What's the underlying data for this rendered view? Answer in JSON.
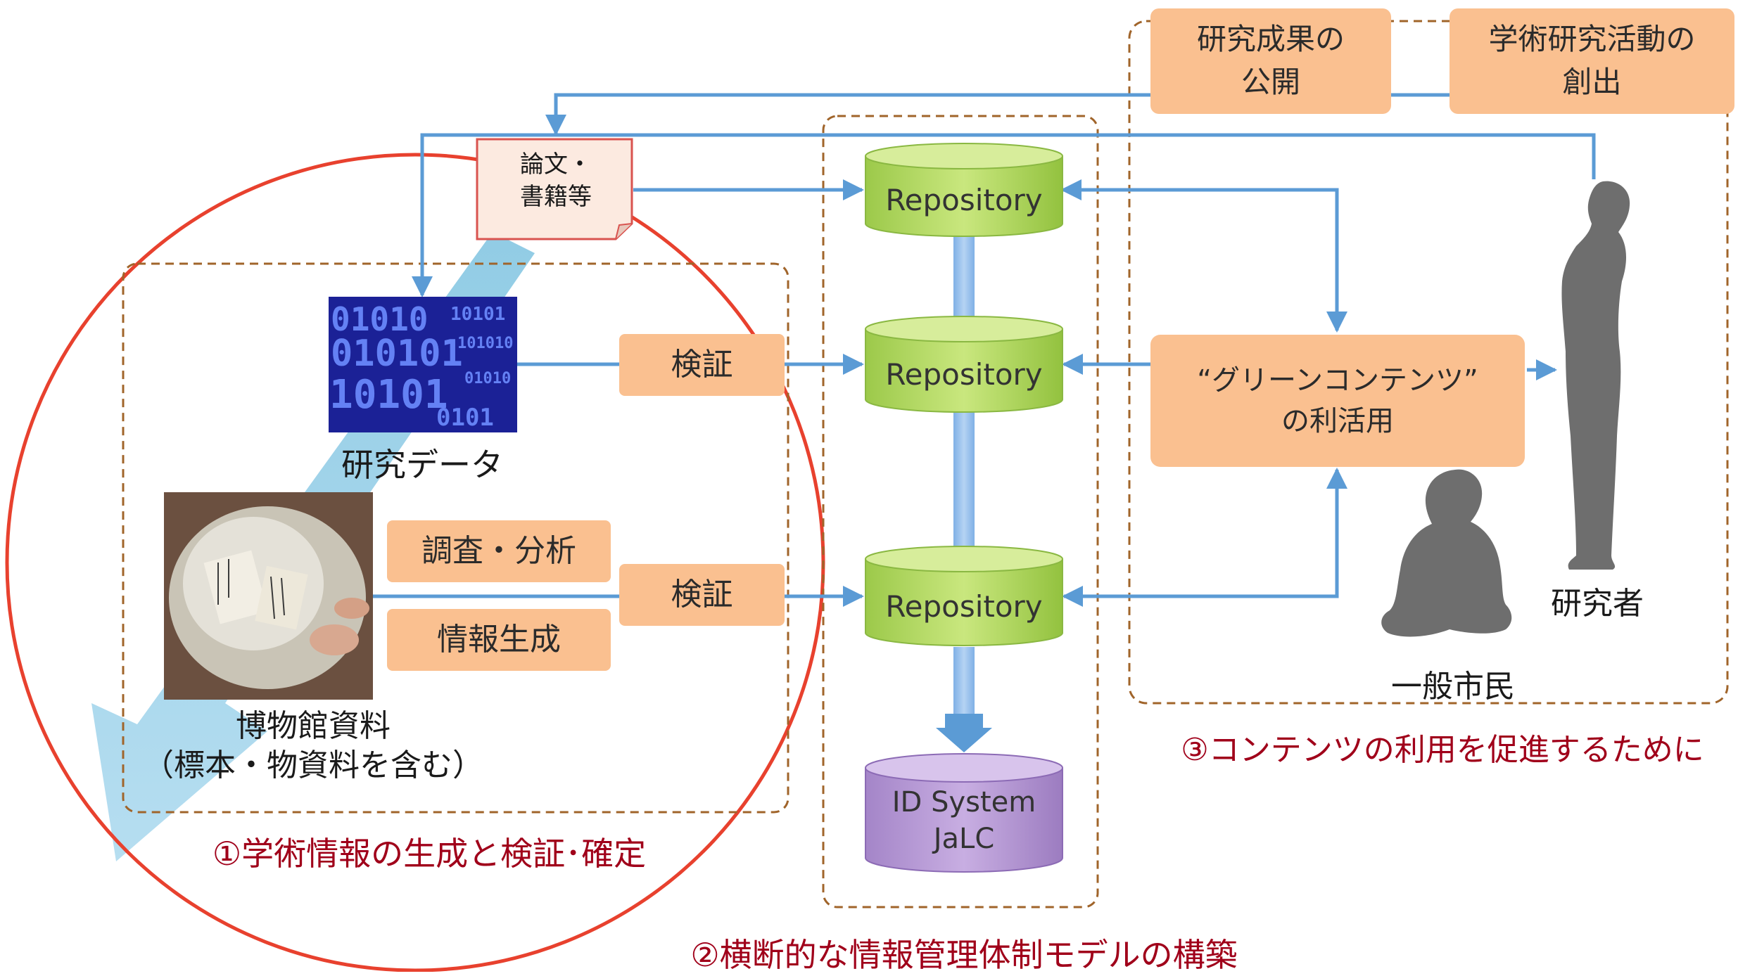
{
  "colors": {
    "accent_orange": "#FAC090",
    "dashed_border": "#A0642A",
    "arrow_blue": "#5B9BD5",
    "circle_red": "#E8412E",
    "repository_green": "#B6DC62",
    "id_system_purple": "#B99BD6",
    "heading_red": "#A0001A"
  },
  "top_boxes": {
    "publication": "研究成果の\n公開",
    "creation": "学術研究活動の\n創出"
  },
  "document": {
    "label": "論文・\n書籍等"
  },
  "section1": {
    "research_data_label": "研究データ",
    "museum_label": "博物館資料\n（標本・物資料を含む）",
    "survey_box": "調査・分析",
    "info_gen_box": "情報生成",
    "verify_box_1": "検証",
    "verify_box_2": "検証",
    "title": "①学術情報の生成と検証･確定"
  },
  "section2": {
    "repository_1": "Repository",
    "repository_2": "Repository",
    "repository_3": "Repository",
    "id_system": "ID System\nJaLC",
    "title": "②横断的な情報管理体制モデルの構築"
  },
  "section3": {
    "green_contents": "“グリーンコンテンツ”\nの利活用",
    "researcher_label": "研究者",
    "citizen_label": "一般市民",
    "title": "③コンテンツの利用を促進するために"
  },
  "icons": {
    "binary_data_image": "binary-data-image",
    "museum_photo": "museum-materials-photo",
    "researcher_silhouette": "standing-person-icon",
    "citizen_silhouette": "sitting-person-icon"
  }
}
